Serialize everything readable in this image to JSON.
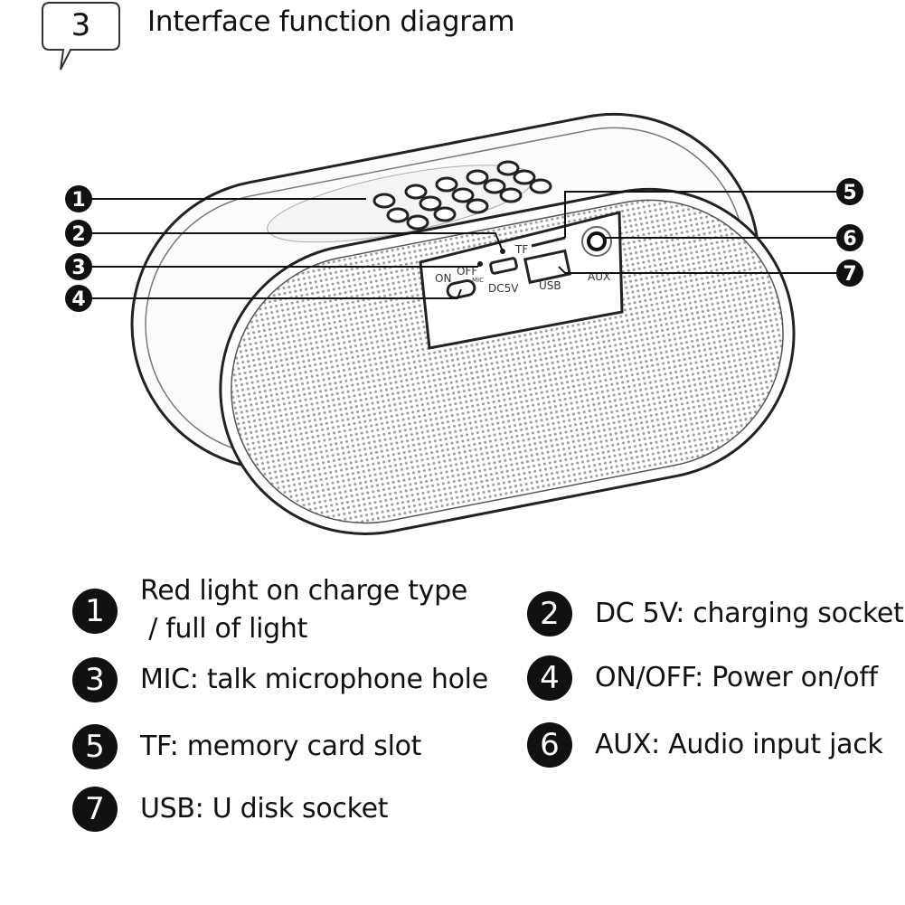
{
  "header": {
    "step_number": "3",
    "title": "Interface function diagram"
  },
  "panel_labels": {
    "on": "ON",
    "off": "OFF",
    "mic": "MIC",
    "dc": "DC5V",
    "usb": "USB",
    "aux": "AUX",
    "tf": "TF"
  },
  "callouts": [
    "1",
    "2",
    "3",
    "4",
    "5",
    "6",
    "7"
  ],
  "legend": [
    {
      "number": "1",
      "line1": "Red light on charge type",
      "line2": " / full of light"
    },
    {
      "number": "2",
      "line1": "DC 5V: charging socket"
    },
    {
      "number": "3",
      "line1": "MIC: talk microphone hole"
    },
    {
      "number": "4",
      "line1": "ON/OFF: Power on/off"
    },
    {
      "number": "5",
      "line1": "TF: memory card slot"
    },
    {
      "number": "6",
      "line1": "AUX: Audio input jack"
    },
    {
      "number": "7",
      "line1": "USB: U disk socket"
    }
  ]
}
